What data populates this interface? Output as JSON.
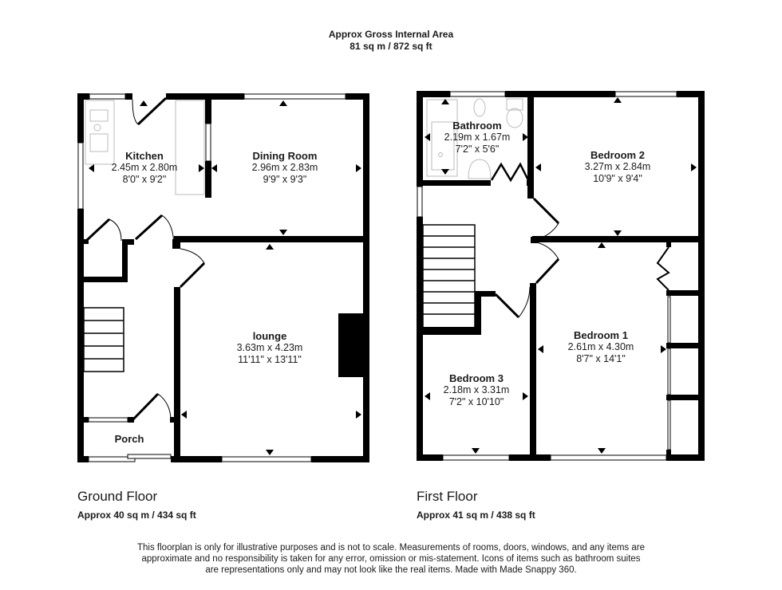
{
  "header": {
    "title": "Approx Gross Internal Area",
    "total_area": "81 sq m / 872 sq ft"
  },
  "floors": [
    {
      "title": "Ground Floor",
      "area": "Approx 40 sq m / 434 sq ft",
      "rooms": [
        {
          "name": "Kitchen",
          "metric": "2.45m x 2.80m",
          "imperial": "8'0\" x 9'2\""
        },
        {
          "name": "Dining Room",
          "metric": "2.96m x 2.83m",
          "imperial": "9'9\" x 9'3\""
        },
        {
          "name": "lounge",
          "metric": "3.63m x 4.23m",
          "imperial": "11'11\" x 13'11\""
        },
        {
          "name": "Porch",
          "metric": "",
          "imperial": ""
        }
      ]
    },
    {
      "title": "First Floor",
      "area": "Approx 41 sq m / 438 sq ft",
      "rooms": [
        {
          "name": "Bathroom",
          "metric": "2.19m x 1.67m",
          "imperial": "7'2\" x 5'6\""
        },
        {
          "name": "Bedroom 2",
          "metric": "3.27m x 2.84m",
          "imperial": "10'9\" x 9'4\""
        },
        {
          "name": "Bedroom 1",
          "metric": "2.61m x 4.30m",
          "imperial": "8'7\" x 14'1\""
        },
        {
          "name": "Bedroom 3",
          "metric": "2.18m x 3.31m",
          "imperial": "7'2\" x 10'10\""
        }
      ]
    }
  ],
  "disclaimer": {
    "line1": "This floorplan is only for illustrative purposes and is not to scale. Measurements of rooms, doors, windows, and any items are",
    "line2": "approximate and no responsibility is taken for any error, omission or mis-statement. Icons of items such as bathroom suites",
    "line3": "are representations only and may not look like the real items. Made with Made Snappy 360."
  },
  "colors": {
    "wall": "#000000",
    "fixture": "#bbbbbb",
    "text": "#1a1a1a"
  }
}
